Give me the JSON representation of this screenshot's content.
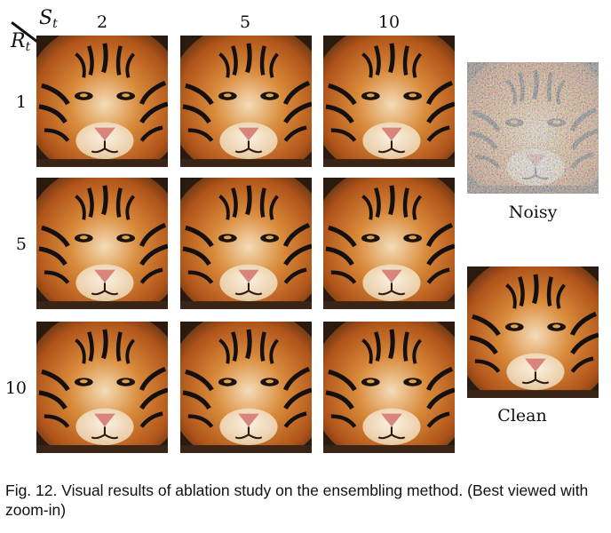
{
  "axes": {
    "col_symbol": "S",
    "col_sub": "t",
    "row_symbol": "R",
    "row_sub": "t"
  },
  "columns": [
    "2",
    "5",
    "10"
  ],
  "rows": [
    "1",
    "5",
    "10"
  ],
  "side": {
    "noisy_label": "Noisy",
    "clean_label": "Clean"
  },
  "caption": "Fig. 12. Visual results of ablation study on the ensembling method. (Best viewed with zoom-in)",
  "colors": {
    "fur_orange": "#c2661e",
    "fur_light": "#f2ddc0",
    "stripe": "#141010",
    "background_dark": "#2a1a10",
    "nose": "#d9857a"
  }
}
